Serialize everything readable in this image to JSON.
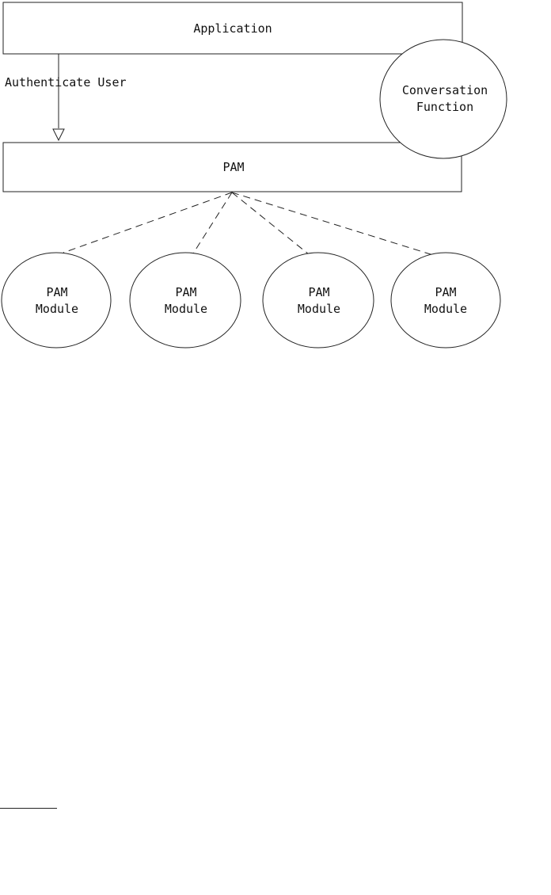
{
  "diagram": {
    "application_box": {
      "label": "Application"
    },
    "pam_box": {
      "label": "PAM"
    },
    "arrow": {
      "label": "Authenticate User"
    },
    "conversation": {
      "line1": "Conversation",
      "line2": "Function"
    },
    "modules": [
      {
        "line1": "PAM",
        "line2": "Module"
      },
      {
        "line1": "PAM",
        "line2": "Module"
      },
      {
        "line1": "PAM",
        "line2": "Module"
      },
      {
        "line1": "PAM",
        "line2": "Module"
      }
    ]
  },
  "colors": {
    "stroke": "#222222",
    "background": "#ffffff",
    "text": "#111111"
  }
}
